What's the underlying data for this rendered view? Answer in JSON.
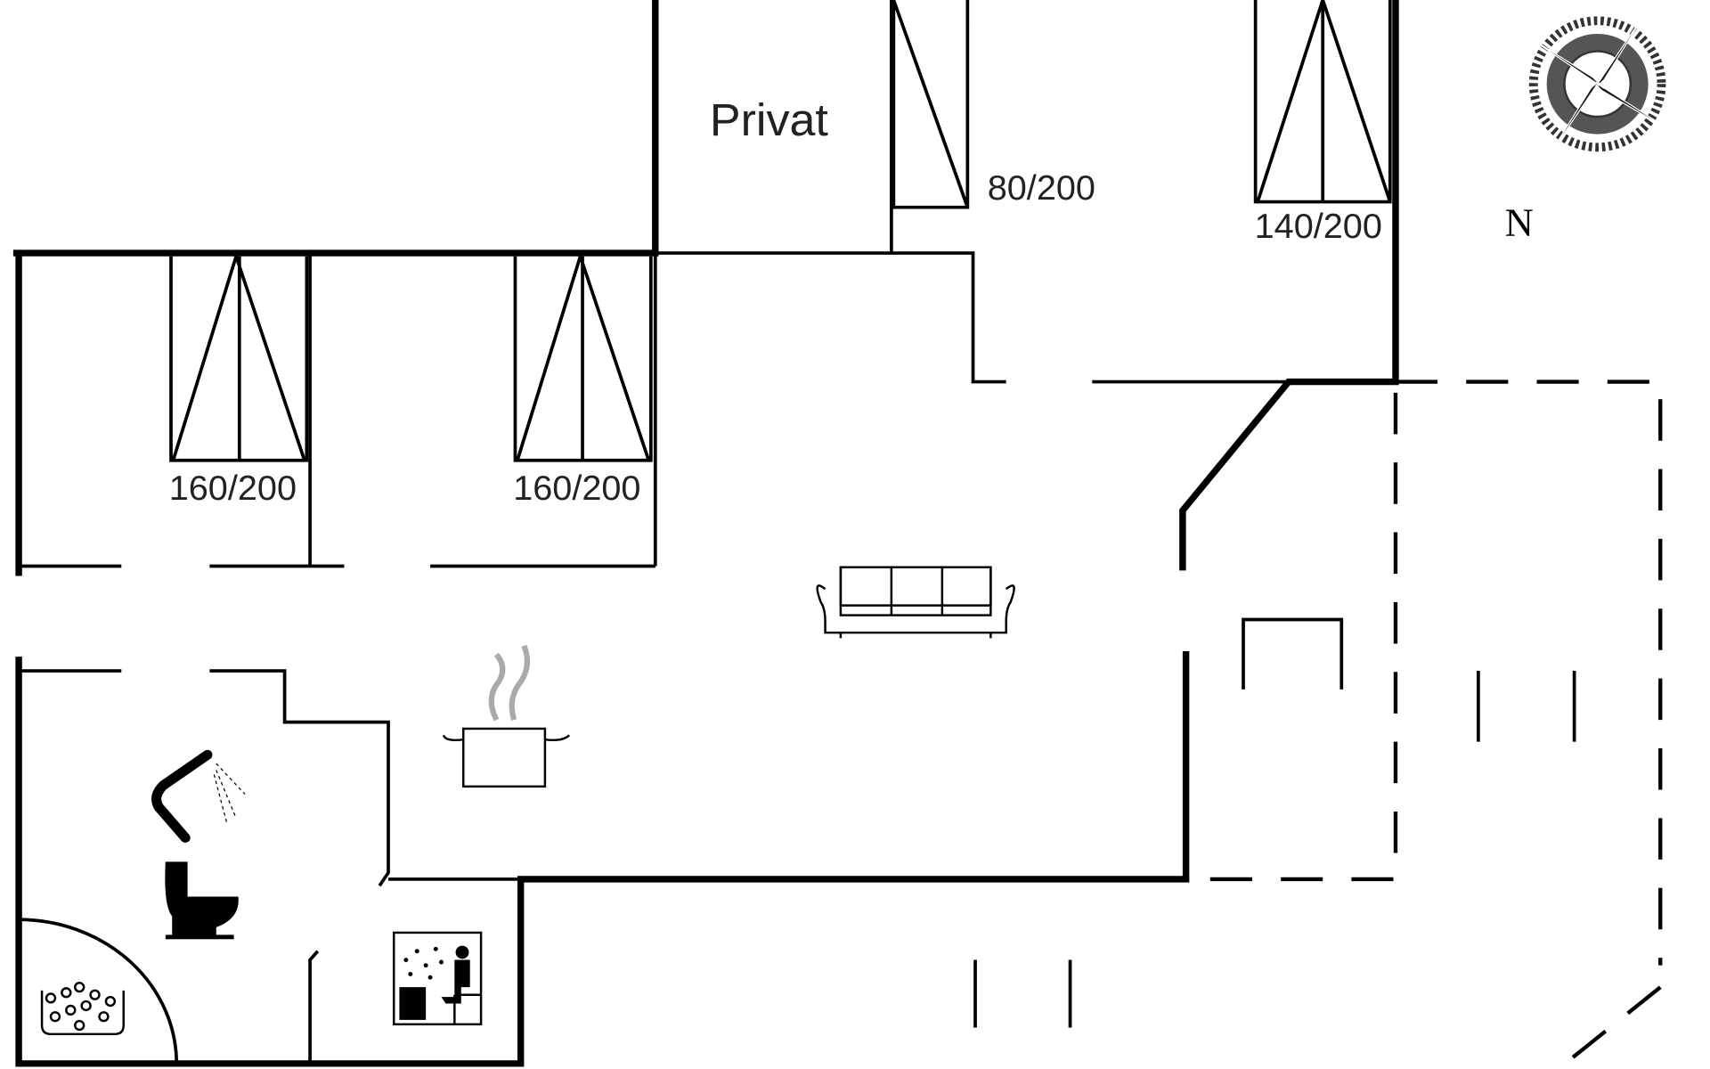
{
  "title": "Floor plan",
  "rooms": {
    "private_label": "Privat"
  },
  "beds": [
    {
      "label": "80/200"
    },
    {
      "label": "140/200"
    },
    {
      "label": "160/200"
    },
    {
      "label": "160/200"
    }
  ],
  "compass": {
    "north_label": "N"
  },
  "icons": [
    "sofa-icon",
    "cooking-pot-icon",
    "shower-icon",
    "toilet-icon",
    "sauna-icon",
    "spa-bath-icon",
    "compass-rose-icon"
  ]
}
